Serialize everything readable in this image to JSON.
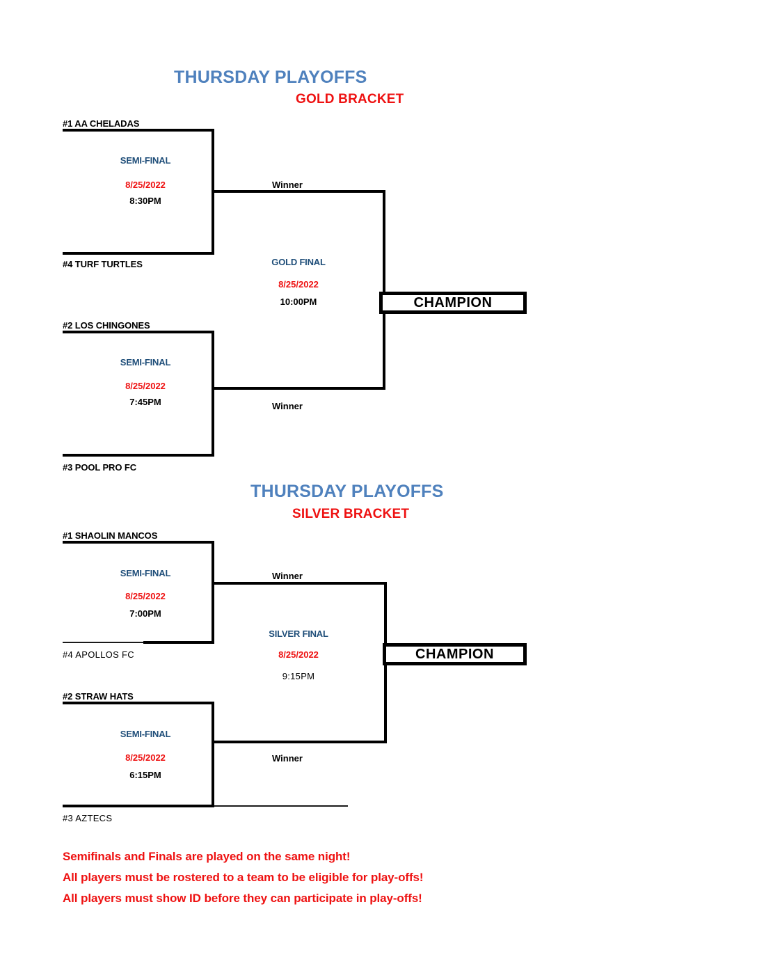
{
  "document": {
    "brackets": [
      {
        "id": "gold",
        "heading": "THURSDAY PLAYOFFS",
        "subheading": "GOLD BRACKET",
        "seeds": [
          {
            "label": "#1 AA CHELADAS"
          },
          {
            "label": "#4 TURF TURTLES"
          },
          {
            "label": "#2 LOS CHINGONES"
          },
          {
            "label": "#3 POOL PRO FC"
          }
        ],
        "semifinals": [
          {
            "title": "SEMI-FINAL",
            "date": "8/25/2022",
            "time": "8:30PM"
          },
          {
            "title": "SEMI-FINAL",
            "date": "8/25/2022",
            "time": "7:45PM"
          }
        ],
        "winner_labels": [
          "Winner",
          "Winner"
        ],
        "final": {
          "title": "GOLD FINAL",
          "date": "8/25/2022",
          "time": "10:00PM"
        },
        "champion_label": "CHAMPION"
      },
      {
        "id": "silver",
        "heading": "THURSDAY PLAYOFFS",
        "subheading": "SILVER BRACKET",
        "seeds": [
          {
            "label": "#1 SHAOLIN MANCOS"
          },
          {
            "label": "#4  APOLLOS FC"
          },
          {
            "label": "#2 STRAW HATS"
          },
          {
            "label": "#3 AZTECS"
          }
        ],
        "semifinals": [
          {
            "title": "SEMI-FINAL",
            "date": "8/25/2022",
            "time": "7:00PM"
          },
          {
            "title": "SEMI-FINAL",
            "date": "8/25/2022",
            "time": "6:15PM"
          }
        ],
        "winner_labels": [
          "Winner",
          "Winner"
        ],
        "final": {
          "title": "SILVER FINAL",
          "date": "8/25/2022",
          "time": "9:15PM"
        },
        "champion_label": "CHAMPION"
      }
    ],
    "notes": [
      "Semifinals and Finals are played on the same night!",
      "All players must be rostered to a team to be eligible for play-offs!",
      "All players must show ID before they can participate in play-offs!"
    ],
    "colors": {
      "heading_blue": "#4F81BD",
      "match_navy": "#1F4E79",
      "accent_red": "#EE1111",
      "ink": "#000000"
    }
  }
}
